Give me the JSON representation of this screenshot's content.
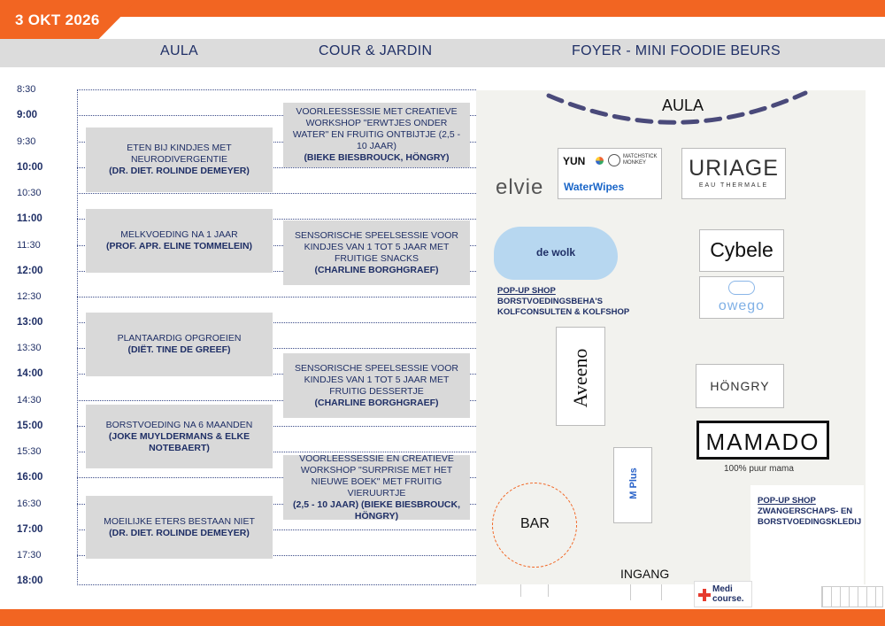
{
  "date": "3 OKT 2026",
  "columns": {
    "aula": "AULA",
    "cour": "COUR & JARDIN",
    "foyer": "FOYER - MINI FOODIE BEURS"
  },
  "times": [
    "8:30",
    "9:00",
    "9:30",
    "10:00",
    "10:30",
    "11:00",
    "11:30",
    "12:00",
    "12:30",
    "13:00",
    "13:30",
    "14:00",
    "14:30",
    "15:00",
    "15:30",
    "16:00",
    "16:30",
    "17:00",
    "17:30",
    "18:00"
  ],
  "aula_sessions": [
    {
      "title": "ETEN BIJ KINDJES MET NEURODIVERGENTIE",
      "speaker": "(DR. DIET. ROLINDE DEMEYER)"
    },
    {
      "title": "MELKVOEDING NA 1 JAAR",
      "speaker": "(PROF. APR. ELINE TOMMELEIN)"
    },
    {
      "title": "PLANTAARDIG OPGROEIEN",
      "speaker": "(DIËT. TINE DE GREEF)"
    },
    {
      "title": "BORSTVOEDING NA 6 MAANDEN",
      "speaker": "(JOKE MUYLDERMANS & ELKE NOTEBAERT)"
    },
    {
      "title": "MOEILIJKE ETERS BESTAAN  NIET",
      "speaker": "(DR. DIET. ROLINDE DEMEYER)"
    }
  ],
  "cour_sessions": [
    {
      "title": "VOORLEESSESSIE MET CREATIEVE WORKSHOP \"ERWTJES ONDER WATER\" EN FRUITIG ONTBIJTJE (2,5 - 10 JAAR)",
      "speaker": "(BIEKE BIESBROUCK, HÖNGRY)"
    },
    {
      "title": "SENSORISCHE SPEELSESSIE VOOR KINDJES VAN 1 TOT 5 JAAR MET FRUITIGE SNACKS",
      "speaker": "(CHARLINE BORGHGRAEF)"
    },
    {
      "title": "SENSORISCHE SPEELSESSIE VOOR KINDJES VAN 1 TOT 5 JAAR MET FRUITIG DESSERTJE",
      "speaker": "(CHARLINE BORGHGRAEF)"
    },
    {
      "title": "VOORLEESSESSIE EN CREATIEVE WORKSHOP \"SURPRISE MET HET NIEUWE BOEK\" MET FRUITIG VIERUURTJE",
      "speaker": "(2,5 - 10 JAAR) (BIEKE BIESBROUCK, HÖNGRY)"
    }
  ],
  "map": {
    "aula_label": "AULA",
    "bar_label": "BAR",
    "entrance_label": "INGANG",
    "brands": {
      "elvie": "elvie",
      "yun": "YUN",
      "matchstick": "MATCHSTICK MONKEY",
      "waterwipes": "WaterWipes",
      "uriage": "URIAGE",
      "uriage_sub": "EAU THERMALE",
      "dewolk": "de wolk",
      "cybele": "Cybele",
      "owego": "owego",
      "aveeno": "Aveeno",
      "hongry": "HÖNGRY",
      "mamado": "MAMADO",
      "mamado_sub": "100% puur mama",
      "mplus": "M Plus",
      "medicourse": "Medi course."
    },
    "popup1": {
      "title": "POP-UP SHOP",
      "line1": "BORSTVOEDINGSBEHA'S",
      "line2": "KOLFCONSULTEN & KOLFSHOP"
    },
    "popup2": {
      "title": "POP-UP SHOP",
      "line1": "ZWANGERSCHAPS- EN",
      "line2": "BORSTVOEDINGSKLEDIJ"
    }
  },
  "colors": {
    "accent": "#f26522",
    "navy": "#1f2f66",
    "session_bg": "#d9d9d9"
  }
}
